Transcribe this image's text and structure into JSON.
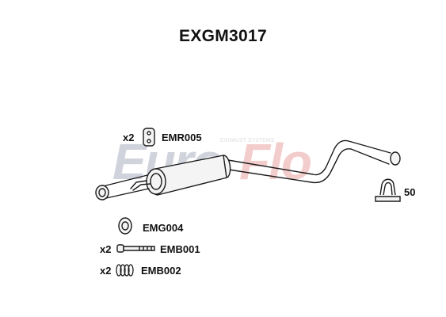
{
  "part_number": "EXGM3017",
  "watermark": {
    "brand_left": "Euro",
    "brand_right": "Flo",
    "tagline": "EXHAUST SYSTEMS"
  },
  "components": [
    {
      "qty": "x2",
      "code": "EMR005"
    },
    {
      "qty": "",
      "code": "50"
    },
    {
      "qty": "",
      "code": "EMG004"
    },
    {
      "qty": "x2",
      "code": "EMB001"
    },
    {
      "qty": "x2",
      "code": "EMB002"
    }
  ],
  "colors": {
    "line": "#1a1a1a",
    "part_fill": "#f4f4f4",
    "watermark_gray": "#c9ccd6",
    "watermark_red": "#f2c4c4"
  }
}
